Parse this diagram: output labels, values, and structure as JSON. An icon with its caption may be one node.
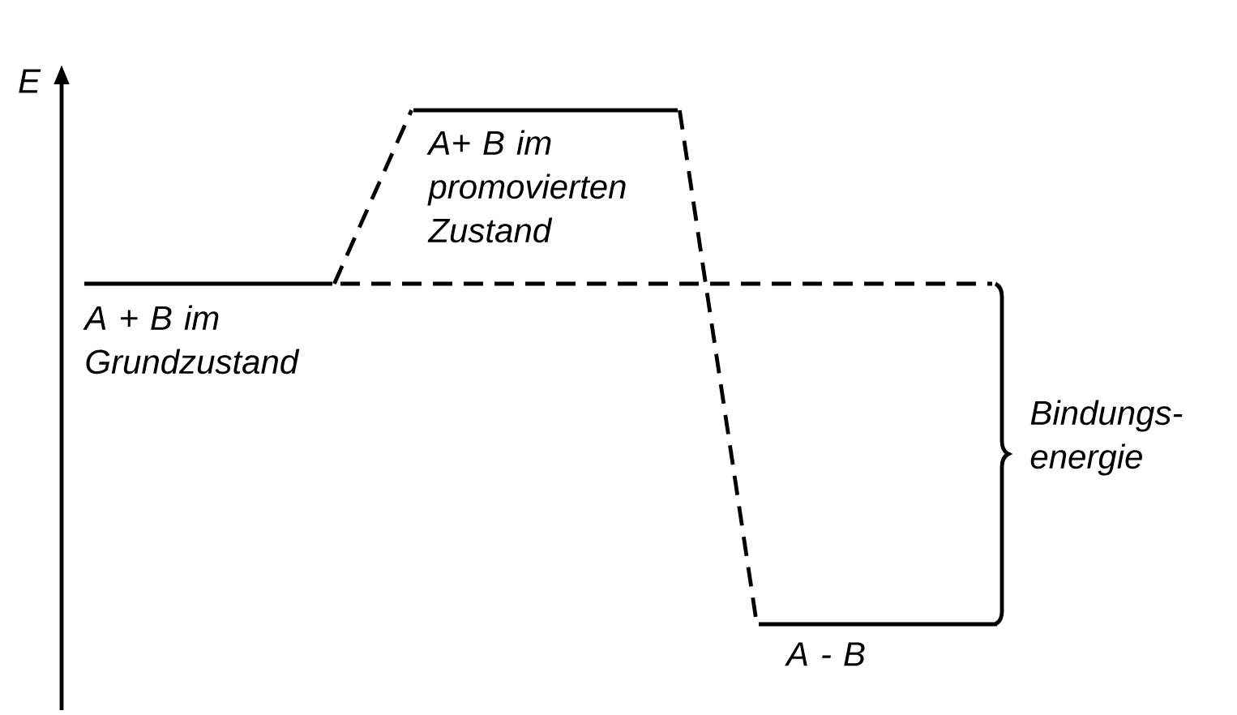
{
  "diagram": {
    "nodes": [
      {
        "text": [
          "A + B im Grundzustand"
        ]
      },
      {
        "text": [
          "A+ B im promovierten Zustand"
        ]
      },
      {
        "text": [
          "A - B"
        ]
      }
    ],
    "edges": [
      {
        "from": 0,
        "to": 1,
        "arrow": "none",
        "style": "dashed"
      },
      {
        "from": 1,
        "to": 2,
        "arrow": "none",
        "style": "dashed"
      }
    ],
    "labels": [
      "E",
      "Bindungs- energie"
    ]
  }
}
